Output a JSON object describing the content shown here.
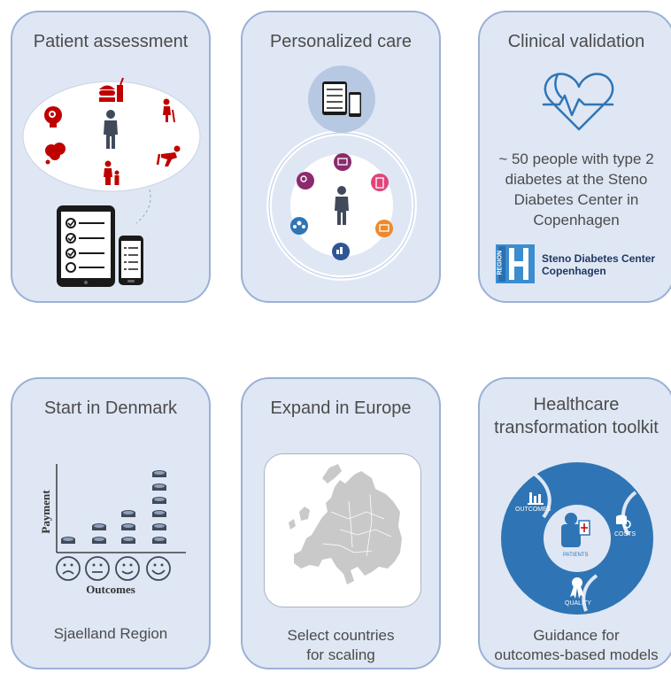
{
  "cards": {
    "patient_assessment": {
      "title": "Patient assessment"
    },
    "personalized_care": {
      "title": "Personalized care"
    },
    "clinical_validation": {
      "title": "Clinical validation",
      "description": "~ 50 people with type 2 diabetes at the Steno Diabetes Center in Copenhagen",
      "logo_region": "REGION",
      "logo_name_1": "Steno Diabetes Center",
      "logo_name_2": "Copenhagen"
    },
    "start_denmark": {
      "title": "Start in Denmark",
      "y_axis_label": "Payment",
      "x_axis_label": "Outcomes",
      "caption": "Sjaelland Region"
    },
    "expand_europe": {
      "title": "Expand in Europe",
      "caption_line1": "Select countries",
      "caption_line2": "for scaling"
    },
    "toolkit": {
      "title_line1": "Healthcare",
      "title_line2": "transformation toolkit",
      "wheel_outcomes": "OUTCOMES",
      "wheel_costs": "COSTS",
      "wheel_patients": "PATIENTS",
      "wheel_quality": "QUALITY",
      "caption_line1": "Guidance for",
      "caption_line2": "outcomes-based models"
    }
  },
  "colors": {
    "card_bg": "#dfe7f4",
    "card_border": "#9bb0d6",
    "icon_red": "#c00000",
    "icon_dark": "#404a5a",
    "wheel_blue": "#2f75b5",
    "logo_blue": "#3c8dcf",
    "logo_navy": "#1f3864"
  },
  "icons": [
    "brain-icon",
    "food-icon",
    "elderly-walk-icon",
    "thought-icon",
    "fall-icon",
    "parent-child-icon",
    "person-icon",
    "tablet-checklist-icon",
    "phone-icon",
    "heart-stethoscope-icon",
    "coin-stack-icon",
    "face-icon",
    "europe-map-icon",
    "chart-icon",
    "coin-icon",
    "doctor-icon",
    "ribbon-icon"
  ]
}
